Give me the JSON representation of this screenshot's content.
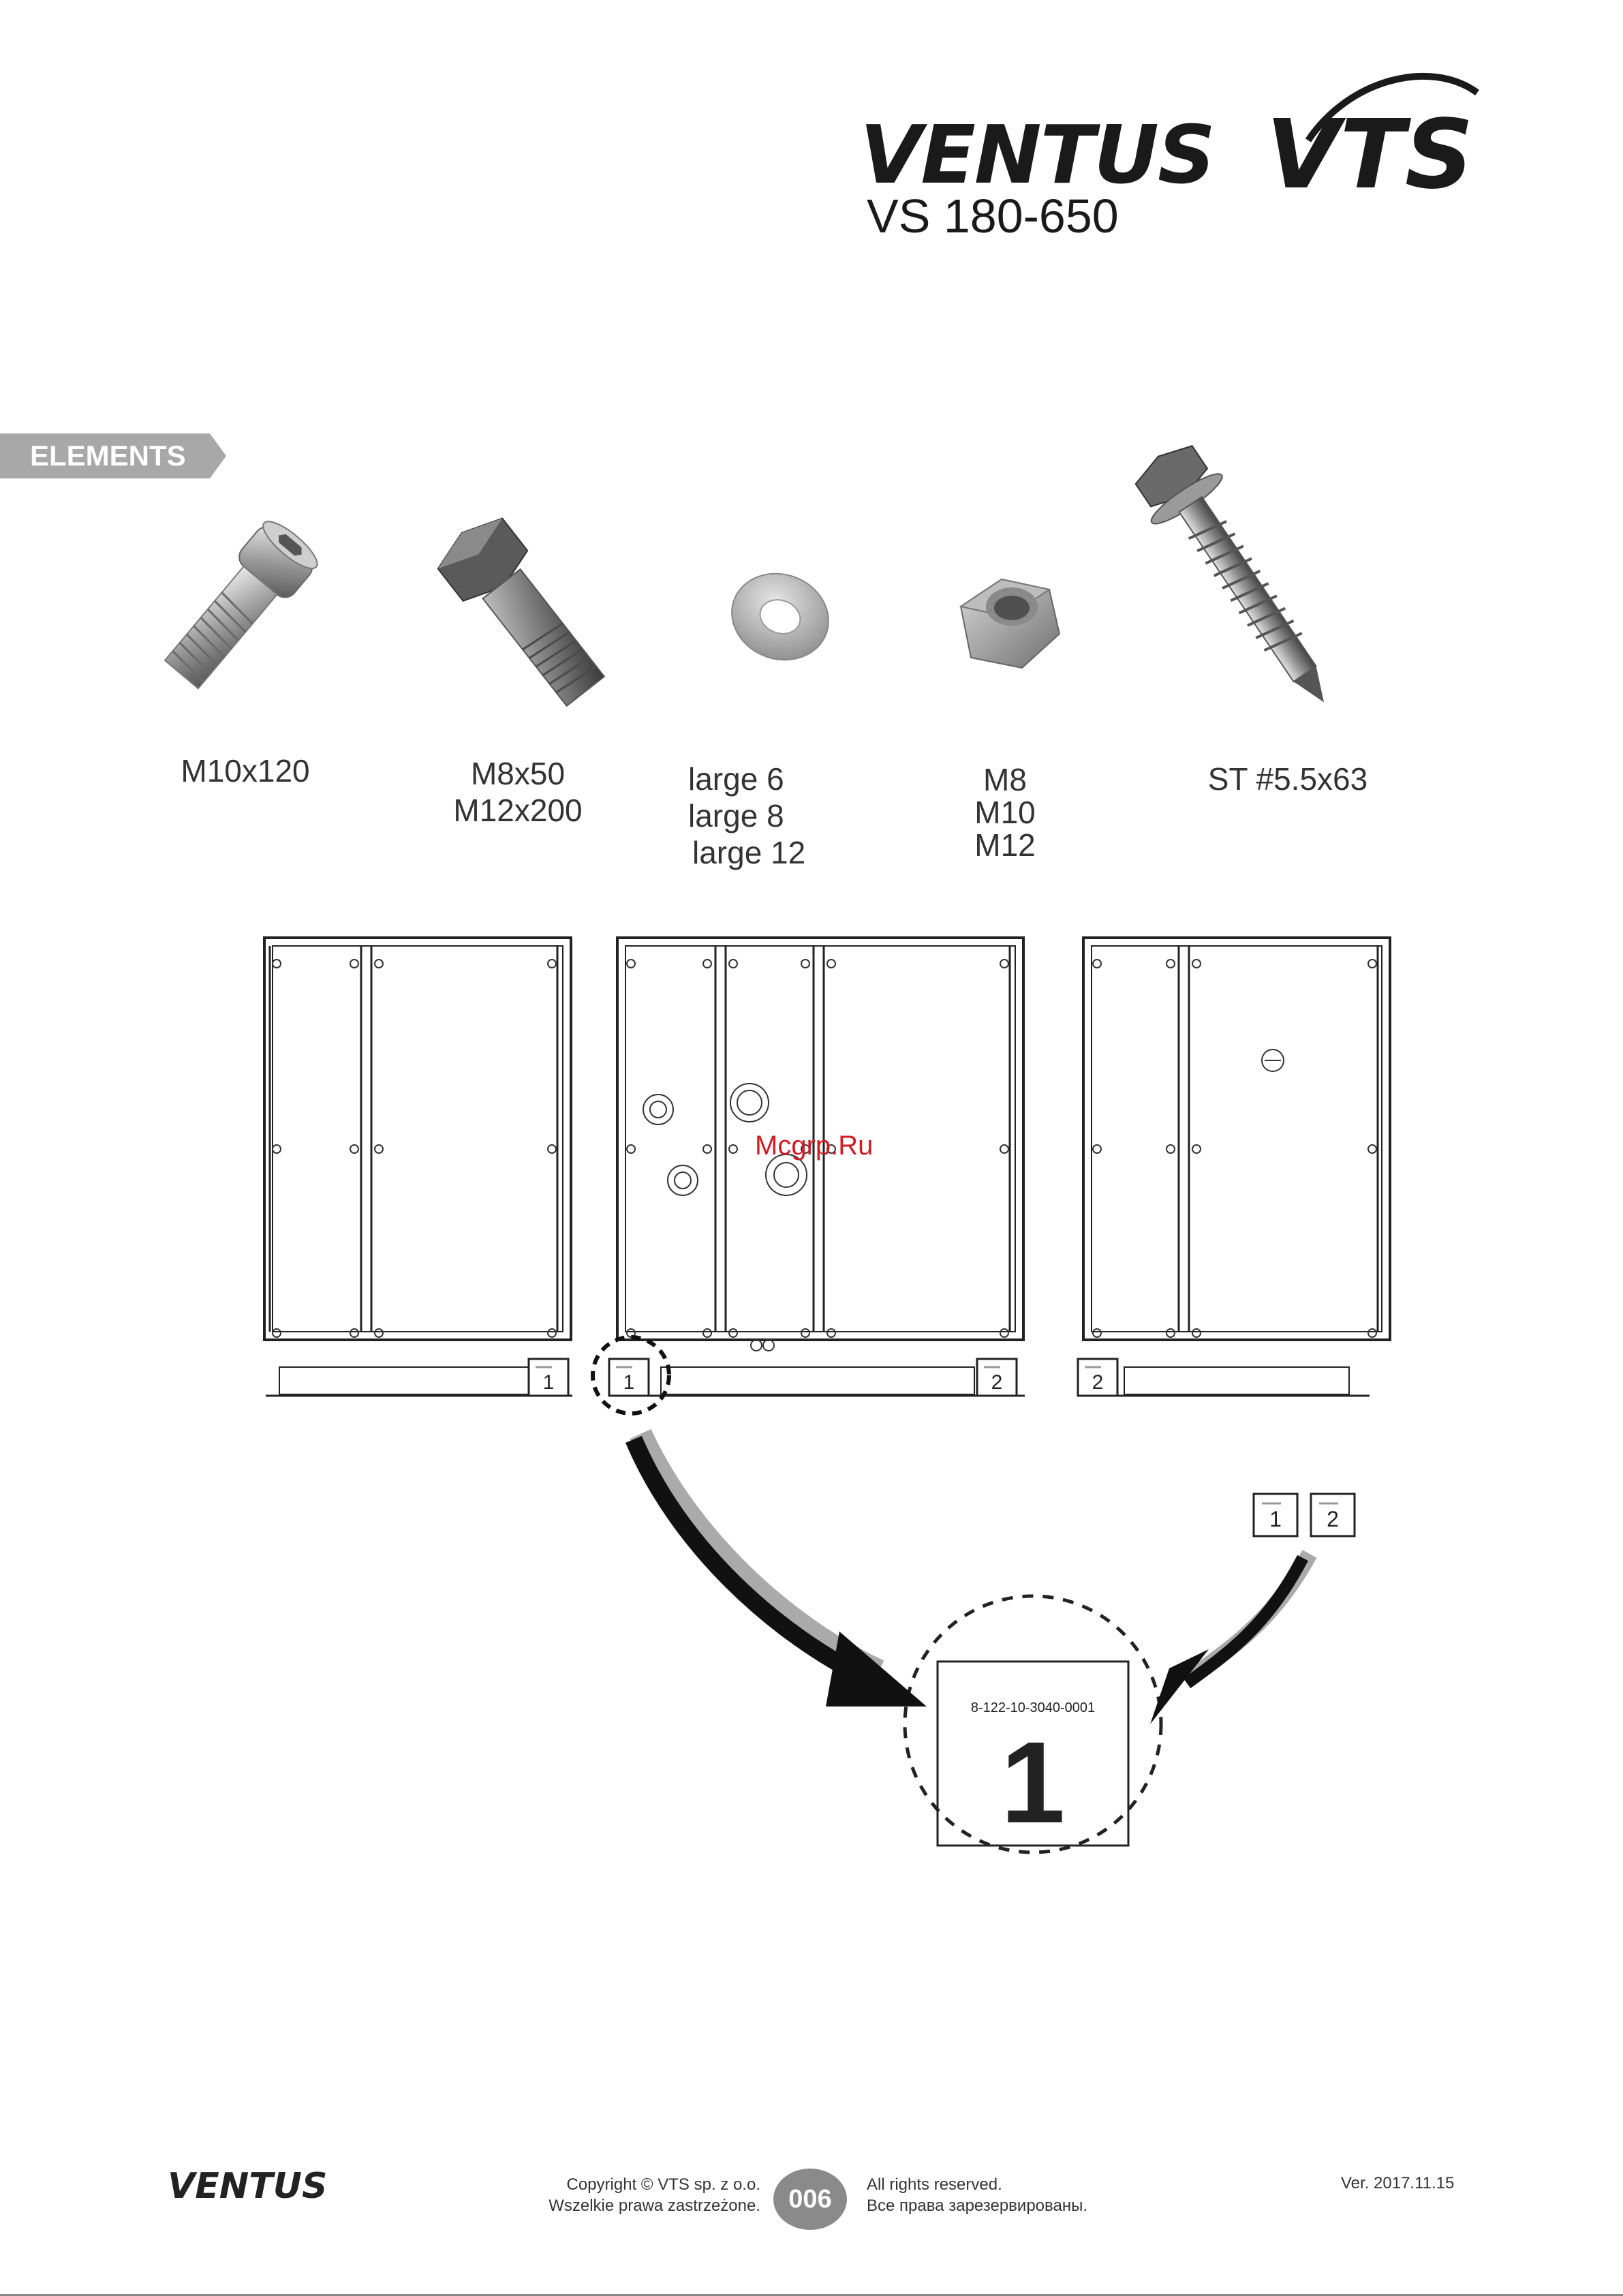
{
  "header": {
    "logo_ventus": "VENTUS",
    "logo_vts": "VTS",
    "model": "VS 180-650"
  },
  "section": {
    "tab_label": "ELEMENTS"
  },
  "elements": [
    {
      "icon": "socket-head-bolt-icon",
      "label_lines": [
        "M10x120"
      ]
    },
    {
      "icon": "hex-bolt-icon",
      "label_lines": [
        "M8x50",
        "M12x200"
      ]
    },
    {
      "icon": "washer-icon",
      "label_lines": [
        "large 6",
        "large 8",
        "large 12"
      ]
    },
    {
      "icon": "hex-nut-icon",
      "label_lines": [
        "M8",
        "M10",
        "M12"
      ]
    },
    {
      "icon": "self-drilling-screw-icon",
      "label_lines": [
        "ST #5.5x63"
      ]
    }
  ],
  "diagram": {
    "module_tags": [
      "1",
      "1",
      "2",
      "2"
    ],
    "legend_tags": [
      "1",
      "2"
    ],
    "detail_serial": "8-122-10-3040-0001",
    "detail_number": "1",
    "watermark": "Mcgrp.Ru",
    "accent_color": "#d01c24"
  },
  "footer": {
    "logo": "VENTUS",
    "copyright_line1": "Copyright © VTS sp. z o.o.",
    "copyright_line2": "Wszelkie prawa zastrzeżone.",
    "page_number": "006",
    "rights_line1": "All rights reserved.",
    "rights_line2": "Все права зарезервированы.",
    "version": "Ver. 2017.11.15"
  }
}
